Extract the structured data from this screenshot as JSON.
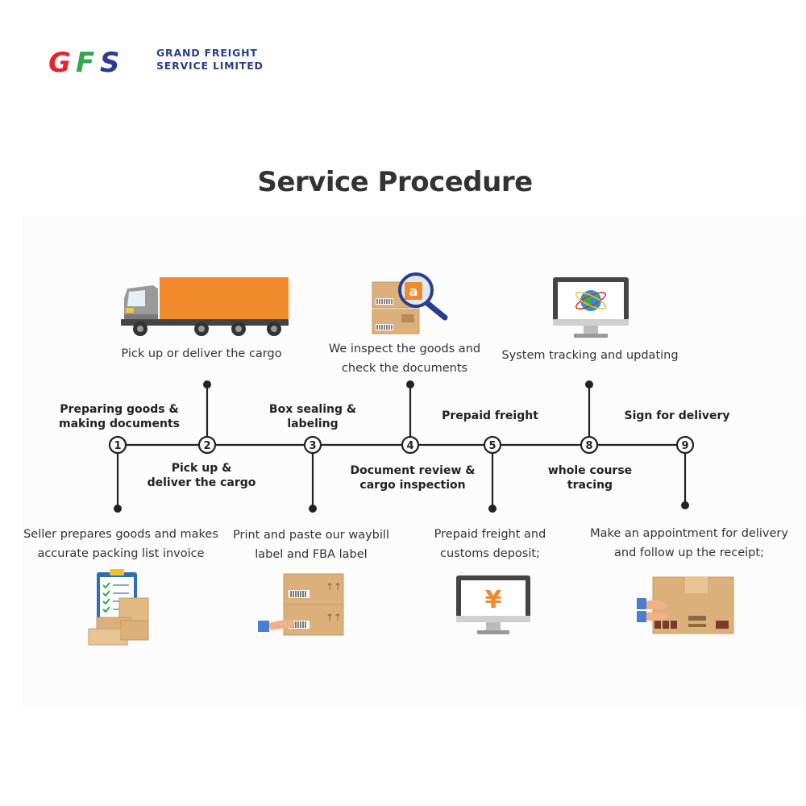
{
  "header": {
    "logo_text": "GFS",
    "company_line1": "GRAND FREIGHT",
    "company_line2": "SERVICE LIMITED"
  },
  "title": "Service Procedure",
  "steps": [
    {
      "num": "1",
      "label": "Preparing goods &\nmaking documents",
      "caption": "Seller prepares goods and makes\naccurate packing list invoice",
      "icon": "clipboard-boxes-icon"
    },
    {
      "num": "2",
      "label": "Pick up &\ndeliver the cargo",
      "caption": "Pick up or deliver the cargo",
      "icon": "truck-icon"
    },
    {
      "num": "3",
      "label": "Box sealing &\nlabeling",
      "caption": "Print and paste our waybill\nlabel and FBA label",
      "icon": "labeled-boxes-icon"
    },
    {
      "num": "4",
      "label": "Document review &\ncargo inspection",
      "caption": "We inspect the goods and\ncheck the documents",
      "icon": "inspect-magnifier-icon"
    },
    {
      "num": "5",
      "label": "Prepaid freight",
      "caption": "Prepaid freight and\ncustoms deposit;",
      "icon": "yen-monitor-icon"
    },
    {
      "num": "8",
      "label": "whole course\ntracing",
      "caption": "System tracking and updating",
      "icon": "globe-monitor-icon"
    },
    {
      "num": "9",
      "label": "Sign for delivery",
      "caption": "Make an appointment for delivery\nand follow up the receipt;",
      "icon": "delivery-box-icon"
    }
  ],
  "colors": {
    "brand_red": "#e3262b",
    "brand_green": "#2eaa4a",
    "brand_blue": "#2a3d8f",
    "truck_orange": "#f08a2c",
    "box_tan": "#dcb07a",
    "line": "#222222"
  }
}
